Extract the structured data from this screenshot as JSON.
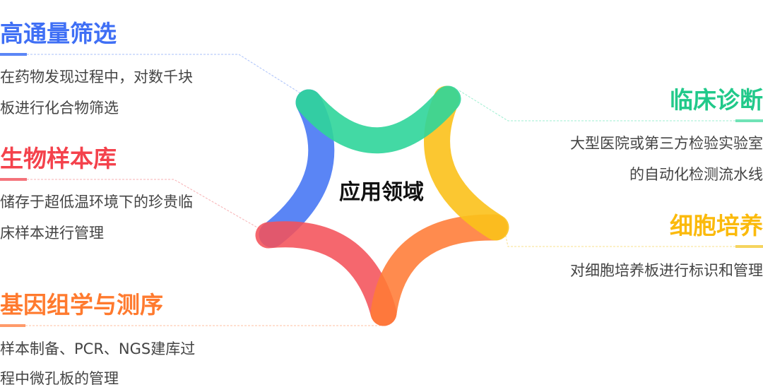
{
  "center": {
    "label": "应用领域"
  },
  "colors": {
    "blue": "#4C7BF4",
    "green": "#2FD59A",
    "yellow": "#FBC11B",
    "orange": "#FF7B35",
    "red": "#F4525A",
    "text": "#444444"
  },
  "areas": [
    {
      "id": "hts",
      "title": "高通量筛选",
      "color": "#3F6FF5",
      "side": "left",
      "lines": [
        "在药物发现过程中，对数千块",
        "板进行化合物筛选"
      ]
    },
    {
      "id": "biobank",
      "title": "生物样本库",
      "color": "#F4424C",
      "side": "left",
      "lines": [
        "储存于超低温环境下的珍贵临",
        "床样本进行管理"
      ]
    },
    {
      "id": "genomics",
      "title": "基因组学与测序",
      "color": "#FF7A2E",
      "side": "left",
      "lines": [
        "样本制备、PCR、NGS建库过",
        "程中微孔板的管理"
      ]
    },
    {
      "id": "clinical",
      "title": "临床诊断",
      "color": "#21C98A",
      "side": "right",
      "lines": [
        "大型医院或第三方检验实验室",
        "的自动化检测流水线"
      ]
    },
    {
      "id": "cellculture",
      "title": "细胞培养",
      "color": "#FBBA0C",
      "side": "right",
      "lines": [
        "对细胞培养板进行标识和管理"
      ]
    }
  ]
}
